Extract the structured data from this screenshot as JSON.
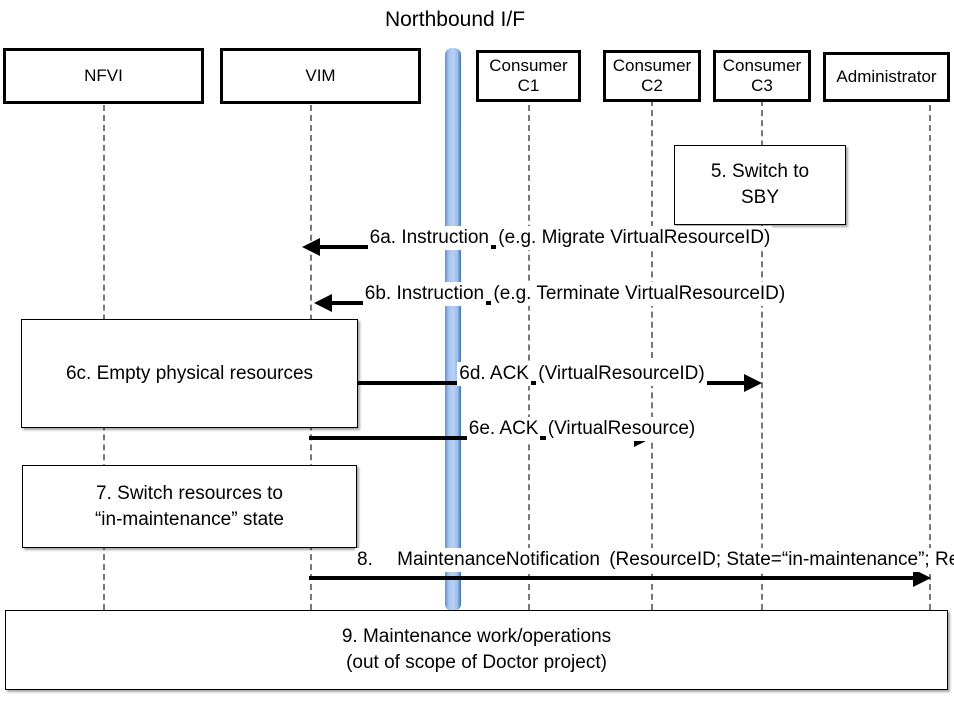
{
  "title": "Northbound I/F",
  "colors": {
    "interface_bar": "#8FB4E3",
    "box_border": "#000000",
    "lifeline": "#777777",
    "arrow": "#000000",
    "background": "#FFFFFF"
  },
  "actors": [
    {
      "id": "nfvi",
      "label": "NFVI",
      "label2": ""
    },
    {
      "id": "vim",
      "label": "VIM",
      "label2": ""
    },
    {
      "id": "c1",
      "label": "Consumer",
      "label2": "C1"
    },
    {
      "id": "c2",
      "label": "Consumer",
      "label2": "C2"
    },
    {
      "id": "c3",
      "label": "Consumer",
      "label2": "C3"
    },
    {
      "id": "admin",
      "label": "Administrator",
      "label2": ""
    }
  ],
  "notes": [
    {
      "id": "note5",
      "line1": "5. Switch to",
      "line2": "SBY"
    },
    {
      "id": "note6c",
      "line1": "6c. Empty physical resources",
      "line2": ""
    },
    {
      "id": "note7",
      "line1": "7. Switch resources to",
      "line2": "“in-maintenance” state"
    },
    {
      "id": "note9",
      "line1": "9. Maintenance work/operations",
      "line2": "(out of scope of Doctor project)"
    }
  ],
  "messages": [
    {
      "id": "m6a",
      "line1": "6a. Instruction",
      "line2": "(e.g. Migrate VirtualResourceID)",
      "from": "c2",
      "to": "vim",
      "direction": "left"
    },
    {
      "id": "m6b",
      "line1": "6b. Instruction",
      "line2": "(e.g. Terminate VirtualResourceID)",
      "from": "c3",
      "to": "vim",
      "direction": "left"
    },
    {
      "id": "m6d",
      "line1": "6d. ACK",
      "line2": "(VirtualResourceID)",
      "from": "vim",
      "to": "c3",
      "direction": "right"
    },
    {
      "id": "m6e",
      "line1": "6e. ACK",
      "line2": "(VirtualResource)",
      "from": "vim",
      "to": "c2",
      "direction": "right"
    },
    {
      "id": "m8",
      "line1": "8.  MaintenanceNotification",
      "line2": "(ResourceID; State=“in-maintenance”; Result)",
      "from": "vim",
      "to": "admin",
      "direction": "right"
    }
  ]
}
